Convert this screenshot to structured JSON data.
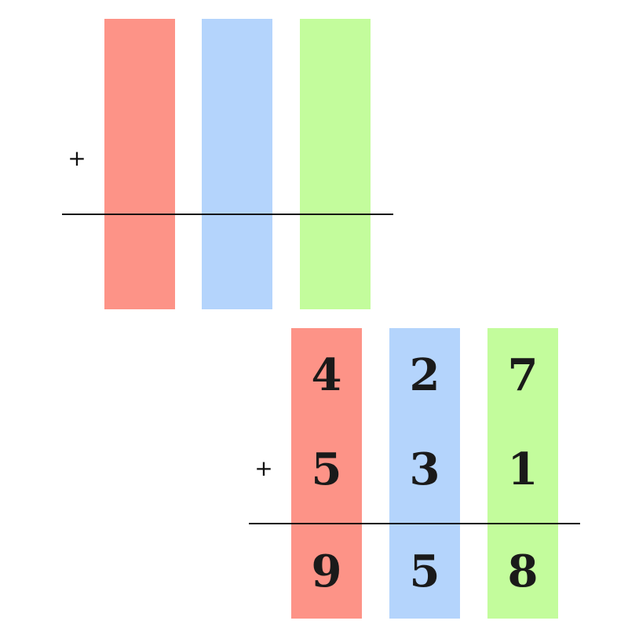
{
  "colors": {
    "hundreds": "#fd9387",
    "tens": "#b4d4fc",
    "ones": "#c3fc9c",
    "ink": "#111111"
  },
  "empty_problem": {
    "operator": "+"
  },
  "filled_problem": {
    "operator": "+",
    "addend1": [
      "4",
      "2",
      "7"
    ],
    "addend2": [
      "5",
      "3",
      "1"
    ],
    "sum": [
      "9",
      "5",
      "8"
    ]
  }
}
